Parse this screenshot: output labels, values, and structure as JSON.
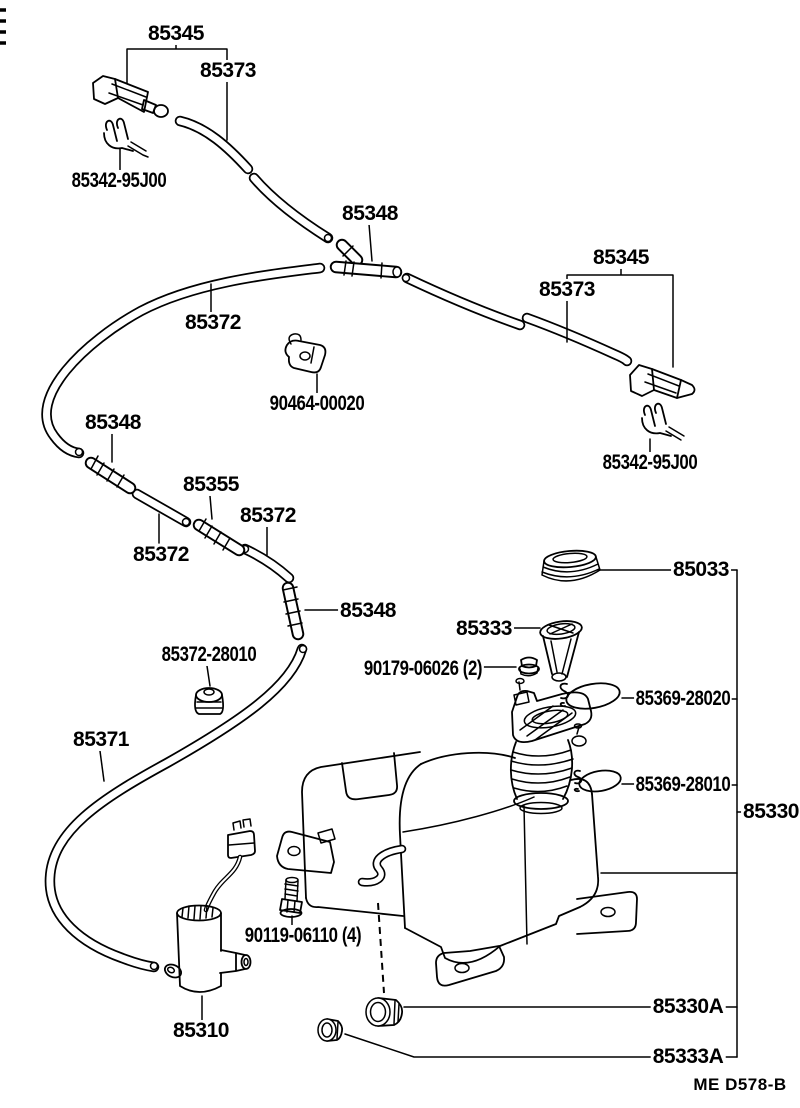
{
  "colors": {
    "ink": "#000000",
    "paper": "#ffffff"
  },
  "footer": {
    "code": "ME  D578-B"
  },
  "labels": [
    {
      "id": "85345-a",
      "text": "85345"
    },
    {
      "id": "85373-a",
      "text": "85373"
    },
    {
      "id": "85342-95J00-a",
      "text": "85342-95J00"
    },
    {
      "id": "85348-a",
      "text": "85348"
    },
    {
      "id": "85372-a",
      "text": "85372"
    },
    {
      "id": "90464-00020",
      "text": "90464-00020"
    },
    {
      "id": "85345-b",
      "text": "85345"
    },
    {
      "id": "85373-b",
      "text": "85373"
    },
    {
      "id": "85342-95J00-b",
      "text": "85342-95J00"
    },
    {
      "id": "85348-b",
      "text": "85348"
    },
    {
      "id": "85355",
      "text": "85355"
    },
    {
      "id": "85372-b",
      "text": "85372"
    },
    {
      "id": "85372-c",
      "text": "85372"
    },
    {
      "id": "85348-c",
      "text": "85348"
    },
    {
      "id": "85372-28010",
      "text": "85372-28010"
    },
    {
      "id": "85371",
      "text": "85371"
    },
    {
      "id": "85333",
      "text": "85333"
    },
    {
      "id": "90179-06026",
      "text": "90179-06026 (2)"
    },
    {
      "id": "85033",
      "text": "85033"
    },
    {
      "id": "85369-28020",
      "text": "85369-28020"
    },
    {
      "id": "85369-28010",
      "text": "85369-28010"
    },
    {
      "id": "85330",
      "text": "85330"
    },
    {
      "id": "90119-06110",
      "text": "90119-06110 (4)"
    },
    {
      "id": "85310",
      "text": "85310"
    },
    {
      "id": "85330A",
      "text": "85330A"
    },
    {
      "id": "85333A",
      "text": "85333A"
    }
  ]
}
